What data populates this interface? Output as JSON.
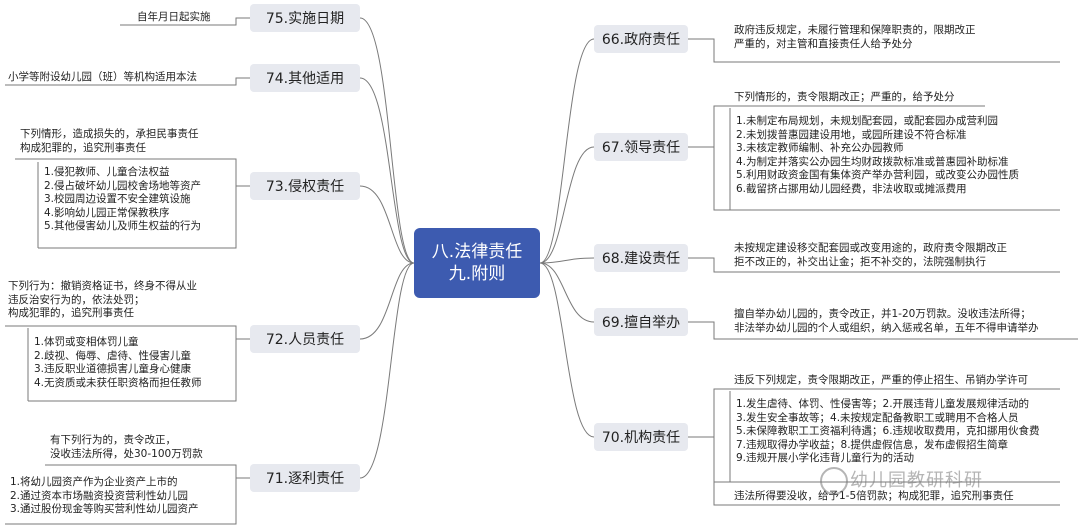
{
  "center": {
    "line1": "八.法律责任",
    "line2": "九.附则"
  },
  "left": {
    "n75": {
      "label": "75.实施日期",
      "text": "自年月日起实施"
    },
    "n74": {
      "label": "74.其他适用",
      "text": "小学等附设幼儿园（班）等机构适用本法"
    },
    "n73": {
      "label": "73.侵权责任",
      "intro": [
        "下列情形，造成损失的，承担民事责任",
        "构成犯罪的，追究刑事责任"
      ],
      "items": [
        "1.侵犯教师、儿童合法权益",
        "2.侵占破坏幼儿园校舍场地等资产",
        "3.校园周边设置不安全建筑设施",
        "4.影响幼儿园正常保教秩序",
        "5.其他侵害幼儿及师生权益的行为"
      ]
    },
    "n72": {
      "label": "72.人员责任",
      "intro": [
        "下列行为：撤销资格证书，终身不得从业",
        "违反治安行为的，依法处罚；",
        "构成犯罪的，追究刑事责任"
      ],
      "items": [
        "1.体罚或变相体罚儿童",
        "2.歧视、侮辱、虐待、性侵害儿童",
        "3.违反职业道德损害儿童身心健康",
        "4.无资质或未获任职资格而担任教师"
      ]
    },
    "n71": {
      "label": "71.逐利责任",
      "intro": [
        "有下列行为的，责令改正，",
        "没收违法所得，处30-100万罚款"
      ],
      "items": [
        "1.将幼儿园资产作为企业资产上市的",
        "2.通过资本市场融资投资营利性幼儿园",
        "3.通过股份现金等购买营利性幼儿园资产"
      ]
    }
  },
  "right": {
    "n66": {
      "label": "66.政府责任",
      "text": [
        "政府违反规定，未履行管理和保障职责的，限期改正",
        "严重的，对主管和直接责任人给予处分"
      ]
    },
    "n67": {
      "label": "67.领导责任",
      "intro": "下列情形的，责令限期改正；严重的，给予处分",
      "items": [
        "1.未制定布局规划，未规划配套园，或配套园办成营利园",
        "2.未划拨普惠园建设用地，或园所建设不符合标准",
        "3.未核定教师编制、补充公办园教师",
        "4.为制定并落实公办园生均财政拨款标准或普惠园补助标准",
        "5.利用财政资金国有集体资产举办营利园，或改变公办园性质",
        "6.截留挤占挪用幼儿园经费，非法收取或摊派费用"
      ]
    },
    "n68": {
      "label": "68.建设责任",
      "text": [
        "未按规定建设移交配套园或改变用途的，政府责令限期改正",
        "拒不改正的，补交出让金；拒不补交的，法院强制执行"
      ]
    },
    "n69": {
      "label": "69.擅自举办",
      "text": [
        "擅自举办幼儿园的，责令改正，并1-20万罚款。没收违法所得；",
        "非法举办幼儿园的个人或组织，纳入惩戒名单，五年不得申请举办"
      ]
    },
    "n70": {
      "label": "70.机构责任",
      "intro": "违反下列规定，责令限期改正，严重的停止招生、吊销办学许可",
      "items": [
        "1.发生虐待、体罚、性侵害等；2.开展违背儿童发展规律活动的",
        "3.发生安全事故等；4.未按规定配备教职工或聘用不合格人员",
        "5.未保障教职工工资福利待遇；6.违规收取费用，克扣挪用伙食费",
        "7.违规取得办学收益；8.提供虚假信息，发布虚假招生简章",
        "9.违规开展小学化违背儿童行为的活动"
      ],
      "outro": "违法所得要没收，给予1-5倍罚款；构成犯罪，追究刑事责任"
    }
  },
  "watermark": "幼儿园教研科研"
}
